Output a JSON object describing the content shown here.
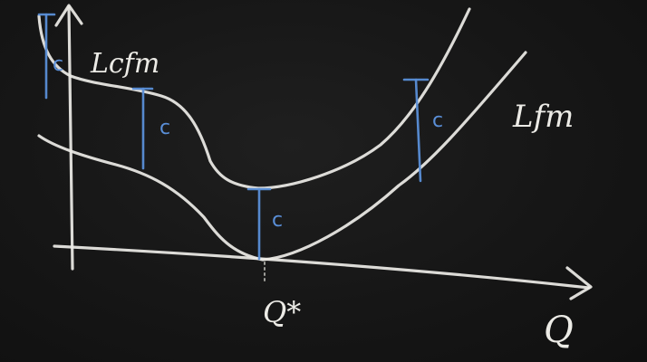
{
  "labels": {
    "curve_top": "Lcfm",
    "curve_bottom": "Lfm",
    "x_axis": "Q",
    "minimizer": "Q*",
    "offset": "c"
  },
  "colors": {
    "board": "#151515",
    "chalk": "#ecebe6",
    "blue_chalk": "#5a8fd8"
  }
}
